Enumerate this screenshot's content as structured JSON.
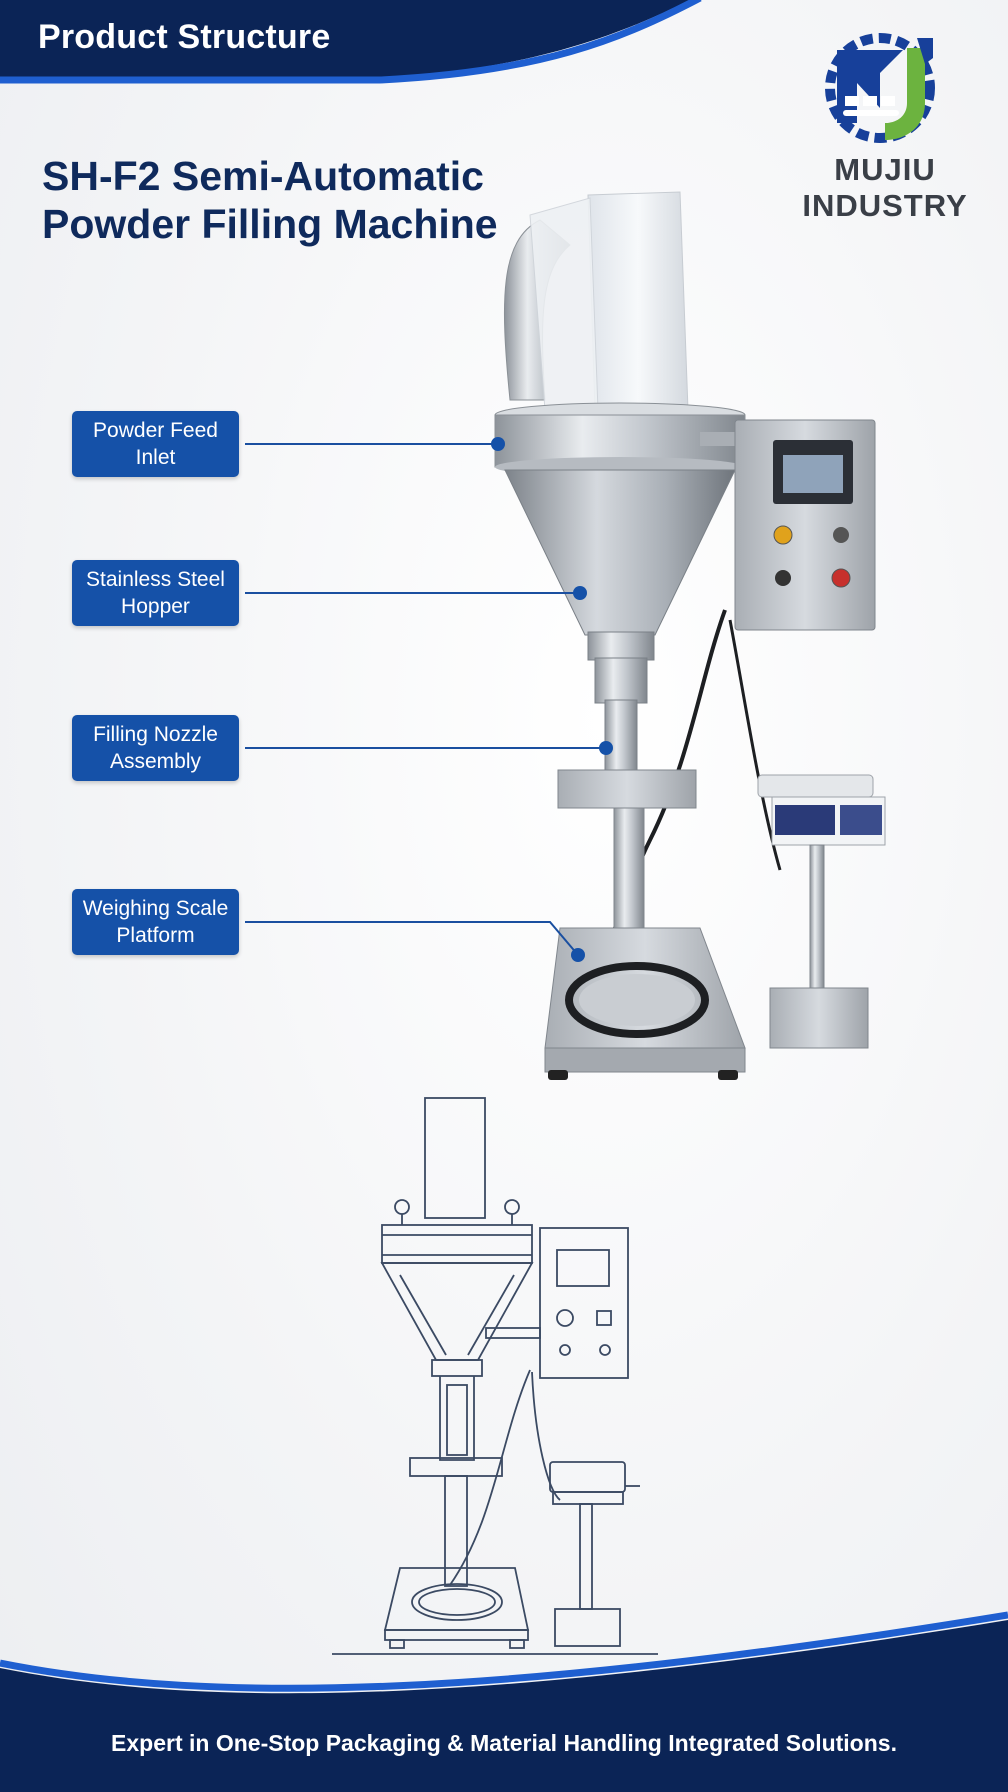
{
  "header": {
    "title": "Product Structure"
  },
  "product": {
    "title_line1": "SH-F2 Semi-Automatic",
    "title_line2": "Powder Filling Machine"
  },
  "brand": {
    "name_line1": "MUJIU",
    "name_line2": "INDUSTRY",
    "logo_icon": "mj-gear-logo-icon"
  },
  "callouts": [
    {
      "label": "Powder Feed\nInlet"
    },
    {
      "label": "Stainless Steel\nHopper"
    },
    {
      "label": "Filling Nozzle\nAssembly"
    },
    {
      "label": "Weighing Scale\nPlatform"
    }
  ],
  "footer": {
    "tagline": "Expert in One-Stop Packaging & Material Handling Integrated Solutions."
  },
  "colors": {
    "navy": "#0b2456",
    "blue": "#1551a8",
    "accent": "#1f5fd0",
    "green": "#6cb33f",
    "steel": "#b9bec4"
  }
}
